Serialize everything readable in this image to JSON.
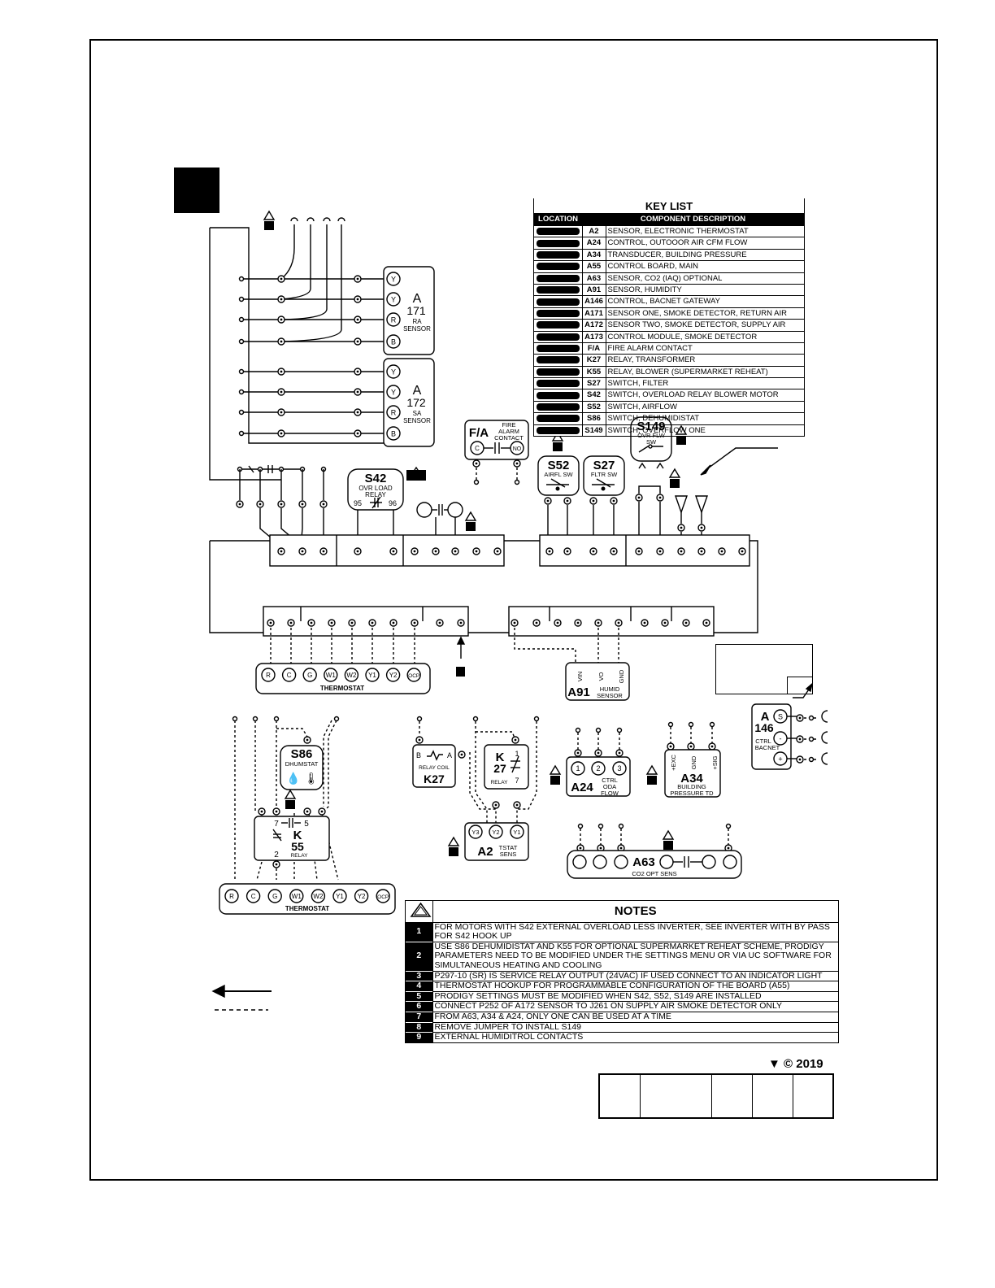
{
  "key_list": {
    "title": "KEY LIST",
    "col_location": "LOCATION",
    "col_description": "COMPONENT DESCRIPTION",
    "rows": [
      {
        "code": "A2",
        "desc": "SENSOR, ELECTRONIC THERMOSTAT"
      },
      {
        "code": "A24",
        "desc": "CONTROL, OUTOOOR AIR CFM FLOW"
      },
      {
        "code": "A34",
        "desc": "TRANSDUCER, BUILDING PRESSURE"
      },
      {
        "code": "A55",
        "desc": "CONTROL BOARD, MAIN"
      },
      {
        "code": "A63",
        "desc": "SENSOR, CO2 (IAQ) OPTIONAL"
      },
      {
        "code": "A91",
        "desc": "SENSOR, HUMIDITY"
      },
      {
        "code": "A146",
        "desc": "CONTROL, BACNET GATEWAY"
      },
      {
        "code": "A171",
        "desc": "SENSOR ONE, SMOKE DETECTOR, RETURN AIR"
      },
      {
        "code": "A172",
        "desc": "SENSOR TWO, SMOKE DETECTOR, SUPPLY AIR"
      },
      {
        "code": "A173",
        "desc": "CONTROL MODULE, SMOKE DETECTOR"
      },
      {
        "code": "F/A",
        "desc": "FIRE ALARM CONTACT"
      },
      {
        "code": "K27",
        "desc": "RELAY, TRANSFORMER"
      },
      {
        "code": "K55",
        "desc": "RELAY, BLOWER (SUPERMARKET REHEAT)"
      },
      {
        "code": "S27",
        "desc": "SWITCH, FILTER"
      },
      {
        "code": "S42",
        "desc": "SWITCH, OVERLOAD RELAY BLOWER MOTOR"
      },
      {
        "code": "S52",
        "desc": "SWITCH, AIRFLOW"
      },
      {
        "code": "S86",
        "desc": "SWITCH, DEHUMIDISTAT"
      },
      {
        "code": "S149",
        "desc": "SWITCH, OVERFLOW ONE"
      }
    ]
  },
  "notes": {
    "title": "NOTES",
    "items": [
      {
        "num": "1",
        "text": "FOR MOTORS WITH S42 EXTERNAL OVERLOAD LESS INVERTER, SEE INVERTER WITH BY PASS FOR S42 HOOK UP"
      },
      {
        "num": "2",
        "text": "USE S86 DEHUMIDISTAT AND K55 FOR OPTIONAL SUPERMARKET REHEAT SCHEME, PRODIGY PARAMETERS NEED TO BE MODIFIED UNDER THE SETTINGS MENU OR VIA UC SOFTWARE FOR SIMULTANEOUS HEATING AND COOLING"
      },
      {
        "num": "3",
        "text": "P297-10 (SR) IS SERVICE RELAY OUTPUT (24VAC) IF USED CONNECT TO AN INDICATOR LIGHT"
      },
      {
        "num": "4",
        "text": "THERMOSTAT HOOKUP FOR PROGRAMMABLE CONFIGURATION OF THE BOARD (A55)"
      },
      {
        "num": "5",
        "text": "PRODIGY SETTINGS MUST BE MODIFIED WHEN S42, S52, S149 ARE INSTALLED"
      },
      {
        "num": "6",
        "text": "CONNECT P252 OF A172 SENSOR TO J261 ON SUPPLY AIR SMOKE DETECTOR ONLY"
      },
      {
        "num": "7",
        "text": "FROM A63, A34 & A24, ONLY ONE CAN BE USED AT A TIME"
      },
      {
        "num": "8",
        "text": "REMOVE JUMPER TO INSTALL S149"
      },
      {
        "num": "9",
        "text": "EXTERNAL HUMIDITROL CONTACTS"
      }
    ]
  },
  "components": {
    "a171": {
      "letter": "A",
      "num": "171",
      "sub1": "RA",
      "sub2": "SENSOR",
      "terms": [
        "Y",
        "Y",
        "R",
        "B"
      ]
    },
    "a172": {
      "letter": "A",
      "num": "172",
      "sub1": "SA",
      "sub2": "SENSOR",
      "terms": [
        "Y",
        "Y",
        "R",
        "B"
      ]
    },
    "fa": {
      "label": "F/A",
      "sub1": "FIRE",
      "sub2": "ALARM",
      "sub3": "CONTACT",
      "t1": "C",
      "t2": "NO"
    },
    "s42": {
      "label": "S42",
      "sub1": "OVR LOAD",
      "sub2": "RELAY",
      "p1": "95",
      "p2": "96"
    },
    "s52": {
      "label": "S52",
      "sub": "AIRFL SW"
    },
    "s27": {
      "label": "S27",
      "sub": "FLTR SW"
    },
    "s149": {
      "label": "S149",
      "sub1": "OVR FLW",
      "sub2": "SW"
    },
    "thermostat_top": {
      "label": "THERMOSTAT",
      "terms": [
        "R",
        "C",
        "G",
        "W1",
        "W2",
        "Y1",
        "Y2",
        "OCP"
      ]
    },
    "thermostat_bottom": {
      "label": "THERMOSTAT",
      "terms": [
        "R",
        "C",
        "G",
        "W1",
        "W2",
        "Y1",
        "Y2",
        "OCP"
      ]
    },
    "a91": {
      "label": "A91",
      "sub1": "HUMID",
      "sub2": "SENSOR",
      "terms": [
        "VIN",
        "VO",
        "GND"
      ]
    },
    "a146": {
      "letter": "A",
      "num": "146",
      "sub1": "CTRL",
      "sub2": "BACNET",
      "terms": [
        "S",
        "-",
        "+"
      ]
    },
    "s86": {
      "label": "S86",
      "sub": "DHUMSTAT"
    },
    "k55": {
      "label": "K",
      "num": "55",
      "sub": "RELAY",
      "p7": "7",
      "p5": "5",
      "p2": "2"
    },
    "k27": {
      "label": "K27",
      "sub": "RELAY COIL",
      "b": "B",
      "a": "A"
    },
    "k27b": {
      "label": "K",
      "num": "27",
      "sub": "RELAY",
      "p1": "1",
      "p7": "7"
    },
    "a2": {
      "label": "A2",
      "sub1": "TSTAT",
      "sub2": "SENS",
      "terms": [
        "Y3",
        "Y2",
        "Y1"
      ]
    },
    "a24": {
      "label": "A24",
      "sub1": "CTRL",
      "sub2": "ODA",
      "sub3": "FLOW",
      "terms": [
        "1",
        "2",
        "3"
      ]
    },
    "a34": {
      "label": "A34",
      "sub1": "BUILDING",
      "sub2": "PRESSURE TD",
      "terms": [
        "+EXC",
        "GND",
        "+SIG"
      ]
    },
    "a63": {
      "label": "A63",
      "sub": "CO2 OPT SENS"
    }
  },
  "copyright": {
    "symbol": "©",
    "year": "2019"
  },
  "icons": [
    "warning-triangle-icon",
    "arrow-left-icon",
    "arrow-down-icon"
  ]
}
